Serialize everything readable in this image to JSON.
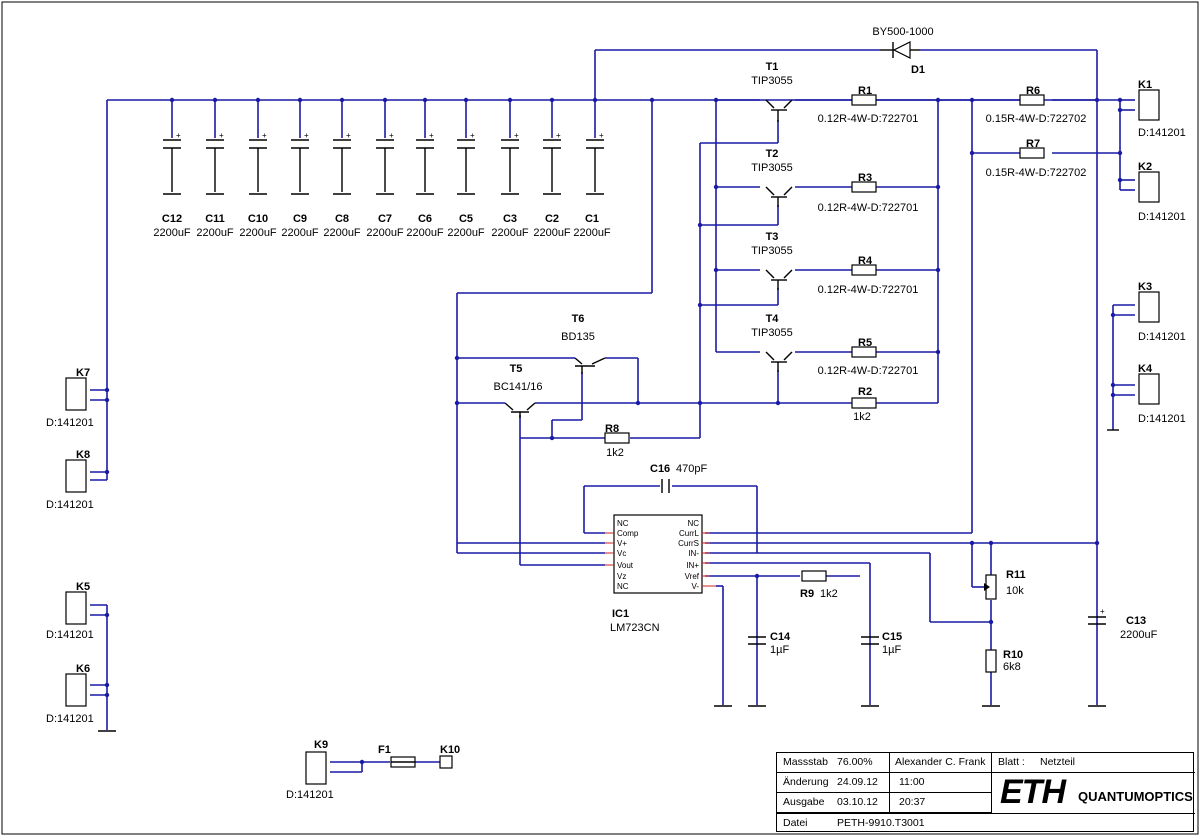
{
  "diode": {
    "ref": "D1",
    "value": "BY500-1000"
  },
  "transistors": [
    {
      "ref": "T1",
      "value": "TIP3055"
    },
    {
      "ref": "T2",
      "value": "TIP3055"
    },
    {
      "ref": "T3",
      "value": "TIP3055"
    },
    {
      "ref": "T4",
      "value": "TIP3055"
    },
    {
      "ref": "T5",
      "value": "BC141/16"
    },
    {
      "ref": "T6",
      "value": "BD135"
    }
  ],
  "resistors": [
    {
      "ref": "R1",
      "value": "0.12R-4W-D:722701"
    },
    {
      "ref": "R3",
      "value": "0.12R-4W-D:722701"
    },
    {
      "ref": "R4",
      "value": "0.12R-4W-D:722701"
    },
    {
      "ref": "R5",
      "value": "0.12R-4W-D:722701"
    },
    {
      "ref": "R2",
      "value": "1k2"
    },
    {
      "ref": "R6",
      "value": "0.15R-4W-D:722702"
    },
    {
      "ref": "R7",
      "value": "0.15R-4W-D:722702"
    },
    {
      "ref": "R8",
      "value": "1k2"
    },
    {
      "ref": "R9",
      "value": "1k2"
    },
    {
      "ref": "R10",
      "value": "6k8"
    },
    {
      "ref": "R11",
      "value": "10k"
    }
  ],
  "capacitors": [
    {
      "ref": "C12",
      "value": "2200uF"
    },
    {
      "ref": "C11",
      "value": "2200uF"
    },
    {
      "ref": "C10",
      "value": "2200uF"
    },
    {
      "ref": "C9",
      "value": "2200uF"
    },
    {
      "ref": "C8",
      "value": "2200uF"
    },
    {
      "ref": "C7",
      "value": "2200uF"
    },
    {
      "ref": "C6",
      "value": "2200uF"
    },
    {
      "ref": "C5",
      "value": "2200uF"
    },
    {
      "ref": "C3",
      "value": "2200uF"
    },
    {
      "ref": "C2",
      "value": "2200uF"
    },
    {
      "ref": "C1",
      "value": "2200uF"
    },
    {
      "ref": "C16",
      "value": "470pF"
    },
    {
      "ref": "C14",
      "value": "1µF"
    },
    {
      "ref": "C15",
      "value": "1µF"
    },
    {
      "ref": "C13",
      "value": "2200uF"
    }
  ],
  "connectors": [
    {
      "ref": "K1",
      "value": "D:141201"
    },
    {
      "ref": "K2",
      "value": "D:141201"
    },
    {
      "ref": "K3",
      "value": "D:141201"
    },
    {
      "ref": "K4",
      "value": "D:141201"
    },
    {
      "ref": "K7",
      "value": "D:141201"
    },
    {
      "ref": "K8",
      "value": "D:141201"
    },
    {
      "ref": "K5",
      "value": "D:141201"
    },
    {
      "ref": "K6",
      "value": "D:141201"
    },
    {
      "ref": "K9",
      "value": "D:141201"
    }
  ],
  "fuse": {
    "ref": "F1"
  },
  "terminal": {
    "ref": "K10"
  },
  "ic": {
    "ref": "IC1",
    "value": "LM723CN",
    "pins_left": [
      "NC",
      "Comp",
      "V+",
      "Vc",
      "Vout",
      "Vz",
      "NC"
    ],
    "pins_right": [
      "NC",
      "CurrL",
      "CurrS",
      "IN-",
      "IN+",
      "Vref",
      "V-"
    ]
  },
  "titleblock": {
    "massstab_label": "Massstab",
    "massstab_value": "76.00%",
    "author": "Alexander C. Frank",
    "blatt_label": "Blatt :",
    "blatt_value": "Netzteil",
    "aenderung_label": "Änderung",
    "aenderung_date": "24.09.12",
    "aenderung_time": "11:00",
    "ausgabe_label": "Ausgabe",
    "ausgabe_date": "03.10.12",
    "ausgabe_time": "20:37",
    "datei_label": "Datei",
    "datei_value": "PETH-9910.T3001",
    "logo_text": "ETH",
    "logo_subtitle": "QUANTUMOPTICS"
  }
}
